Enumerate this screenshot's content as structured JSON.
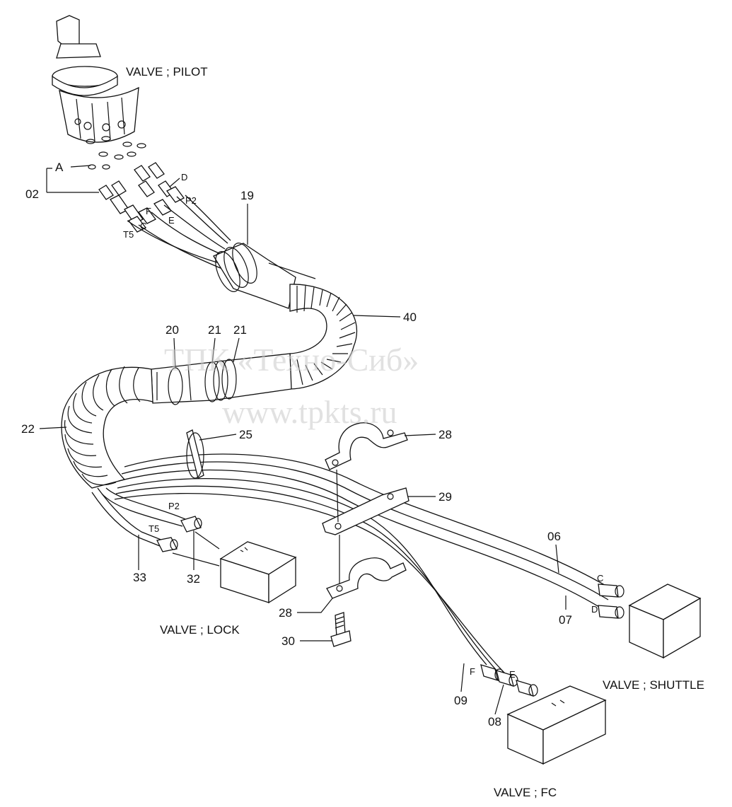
{
  "components": {
    "valve_pilot": "VALVE ; PILOT",
    "valve_lock": "VALVE ; LOCK",
    "valve_shuttle": "VALVE ; SHUTTLE",
    "valve_fc": "VALVE ; FC"
  },
  "callouts": {
    "c02": "02",
    "c06": "06",
    "c07": "07",
    "c08": "08",
    "c09": "09",
    "c19": "19",
    "c20": "20",
    "c21a": "21",
    "c21b": "21",
    "c22": "22",
    "c25": "25",
    "c28a": "28",
    "c28b": "28",
    "c29": "29",
    "c30": "30",
    "c32": "32",
    "c33": "33",
    "c40": "40"
  },
  "port_labels": {
    "A": "A",
    "D_top": "D",
    "P2_top": "P2",
    "F_top": "F",
    "E_top": "E",
    "C_top": "C",
    "T5_top": "T5",
    "P2_lock": "P2",
    "T5_lock": "T5",
    "C_shuttle": "C",
    "D_shuttle": "D",
    "F_fc": "F",
    "E_fc": "E"
  },
  "watermark": {
    "line1": "ТПК «Техно-Сиб»",
    "line2": "www.tpkts.ru"
  }
}
